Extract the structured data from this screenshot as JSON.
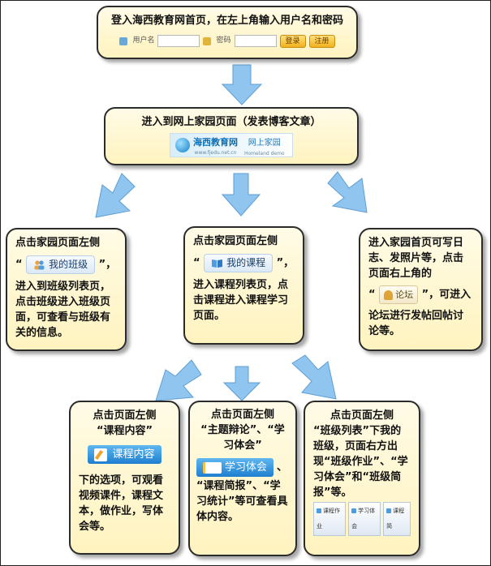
{
  "step1": {
    "text": "登入海西教育网首页，在左上角输入用户名和密码",
    "login": {
      "user_label": "用户名",
      "pass_label": "密码",
      "login_btn": "登录",
      "register_btn": "注册"
    }
  },
  "step2": {
    "text": "进入到网上家园页面（发表博客文章）",
    "logo_title": "海西教育网",
    "logo_sub": "www.fjedu.net.cn",
    "logo_right": "网上家园",
    "logo_right_sub": "Homeland demo"
  },
  "branch_class": {
    "intro": "点击家园页面左侧",
    "open_quote": "“",
    "tag": "我的班级",
    "close_quote": "”，",
    "body": "进入到班级列表页，点击班级进入班级页面，可查看与班级有关的信息。"
  },
  "branch_course": {
    "intro": "点击家园页面左侧",
    "open_quote": "“",
    "tag": "我的课程",
    "close_quote": "”，",
    "body": "进入课程列表页，点击课程进入课程学习页面。"
  },
  "branch_forum": {
    "intro": "进入家园首页可写日志、发照片等，点击页面右上角的",
    "open_quote": "“",
    "tag": "论坛",
    "close_quote": "”，可进入",
    "body": "论坛进行发帖回帖讨论等。"
  },
  "sub_content": {
    "intro": "点击页面左侧",
    "quoted": "“课程内容”",
    "tag": "课程内容",
    "body": "下的选项，可观看视频课件，课程文本，做作业，写体会等。"
  },
  "sub_topics": {
    "intro": "点击页面左侧",
    "quoted": "“主题辩论”、“学习体会”",
    "tag": "学习体会",
    "tail": "、",
    "body": "“课程简报”、“学习统计”等可查看具体内容。"
  },
  "sub_classlist": {
    "intro": "点击页面左侧",
    "body": "“班级列表”下我的班级，页面右方出现“班级作业”、“学习体会”和“班级简报”等。",
    "strip": [
      "课程作业",
      "学习体会",
      "课程简"
    ]
  },
  "colors": {
    "box_fill": "#fff3bf",
    "border": "#2b2b2b",
    "arrow": "#8fc5ef"
  }
}
